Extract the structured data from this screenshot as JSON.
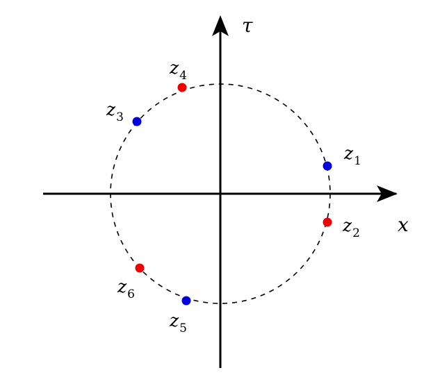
{
  "axes": {
    "horizontal_label": "x",
    "vertical_label": "τ"
  },
  "colors": {
    "axis": "#000000",
    "circle": "#000000",
    "red_point": "#ee0000",
    "blue_point": "#0000dd"
  },
  "points": [
    {
      "label_main": "z",
      "label_sub": "1",
      "color": "blue"
    },
    {
      "label_main": "z",
      "label_sub": "2",
      "color": "red"
    },
    {
      "label_main": "z",
      "label_sub": "3",
      "color": "blue"
    },
    {
      "label_main": "z",
      "label_sub": "4",
      "color": "red"
    },
    {
      "label_main": "z",
      "label_sub": "5",
      "color": "blue"
    },
    {
      "label_main": "z",
      "label_sub": "6",
      "color": "red"
    }
  ]
}
